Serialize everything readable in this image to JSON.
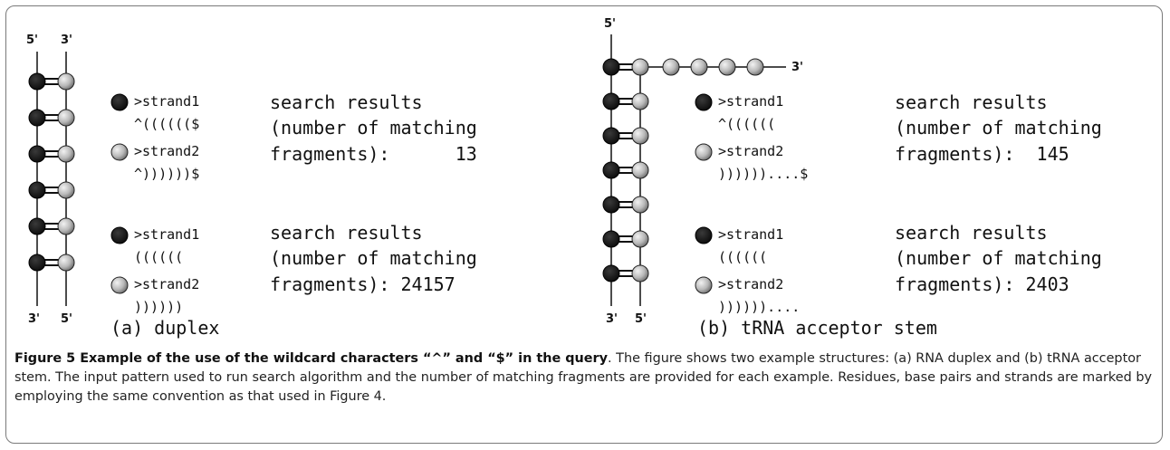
{
  "panel_a": {
    "label": "(a) duplex",
    "top_labels": [
      "5'",
      "3'"
    ],
    "bottom_labels": [
      "3'",
      "5'"
    ],
    "queries": [
      {
        "strand1_label": ">strand1",
        "strand1_pattern": "^(((((($",
        "strand2_label": ">strand2",
        "strand2_pattern": "^))))))$",
        "result_lines": [
          "search results",
          "(number of matching",
          "fragments):      13"
        ]
      },
      {
        "strand1_label": ">strand1",
        "strand1_pattern": "((((((",
        "strand2_label": ">strand2",
        "strand2_pattern": "))))))",
        "result_lines": [
          "search results",
          "(number of matching",
          "fragments): 24157"
        ]
      }
    ]
  },
  "panel_b": {
    "label": "(b) tRNA acceptor stem",
    "top_label": "5'",
    "tail_label": "3'",
    "bottom_labels": [
      "3'",
      "5'"
    ],
    "queries": [
      {
        "strand1_label": ">strand1",
        "strand1_pattern": "^((((((",
        "strand2_label": ">strand2",
        "strand2_pattern": "))))))....$",
        "result_lines": [
          "search results",
          "(number of matching",
          "fragments):  145"
        ]
      },
      {
        "strand1_label": ">strand1",
        "strand1_pattern": "((((((",
        "strand2_label": ">strand2",
        "strand2_pattern": "))))))....",
        "result_lines": [
          "search results",
          "(number of matching",
          "fragments): 2403"
        ]
      }
    ]
  },
  "caption": {
    "title": "Figure 5 Example of the use of the wildcard characters “^” and “$” in the query",
    "body": ". The figure shows two example structures: (a) RNA duplex and (b) tRNA acceptor stem. The input pattern used to run search algorithm and the number of matching fragments are provided for each example. Residues, base pairs and strands are marked by employing the same convention as that used in Figure 4."
  },
  "colors": {
    "dark_residue": "#1a1a1a",
    "light_residue": "#b8b8b8",
    "frame": "#7a7a7a"
  }
}
